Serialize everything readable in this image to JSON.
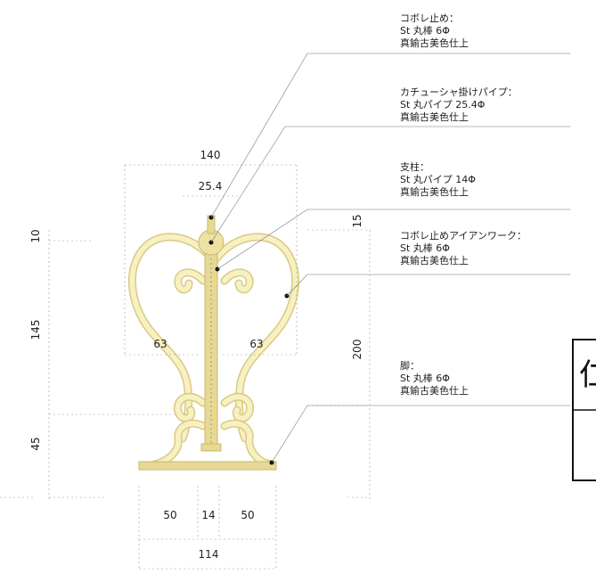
{
  "dimensions": {
    "overall_width": "140",
    "pipe_width": "25.4",
    "top_offset": "10",
    "body_height": "145",
    "base_height": "45",
    "bar_offset": "15",
    "post_height": "200",
    "left_arm": "63",
    "right_arm": "63",
    "foot_left": "50",
    "foot_center": "14",
    "foot_right": "50",
    "foot_total": "114"
  },
  "notes": [
    {
      "title": "コボレ止め：",
      "line1": "St 丸棒 6Φ",
      "line2": "真鍮古美色仕上"
    },
    {
      "title": "カチューシャ掛けパイプ：",
      "line1": "St 丸パイプ 25.4Φ",
      "line2": "真鍮古美色仕上"
    },
    {
      "title": "支柱：",
      "line1": "St 丸パイプ 14Φ",
      "line2": "真鍮古美色仕上"
    },
    {
      "title": "コボレ止めアイアンワーク：",
      "line1": "St 丸棒 6Φ",
      "line2": "真鍮古美色仕上"
    },
    {
      "title": "脚：",
      "line1": "St 丸棒 6Φ",
      "line2": "真鍮古美色仕上"
    }
  ],
  "colors": {
    "ironwork": "#d9c985",
    "ironwork_highlight": "#f7f0c0",
    "lines": "#999999"
  }
}
